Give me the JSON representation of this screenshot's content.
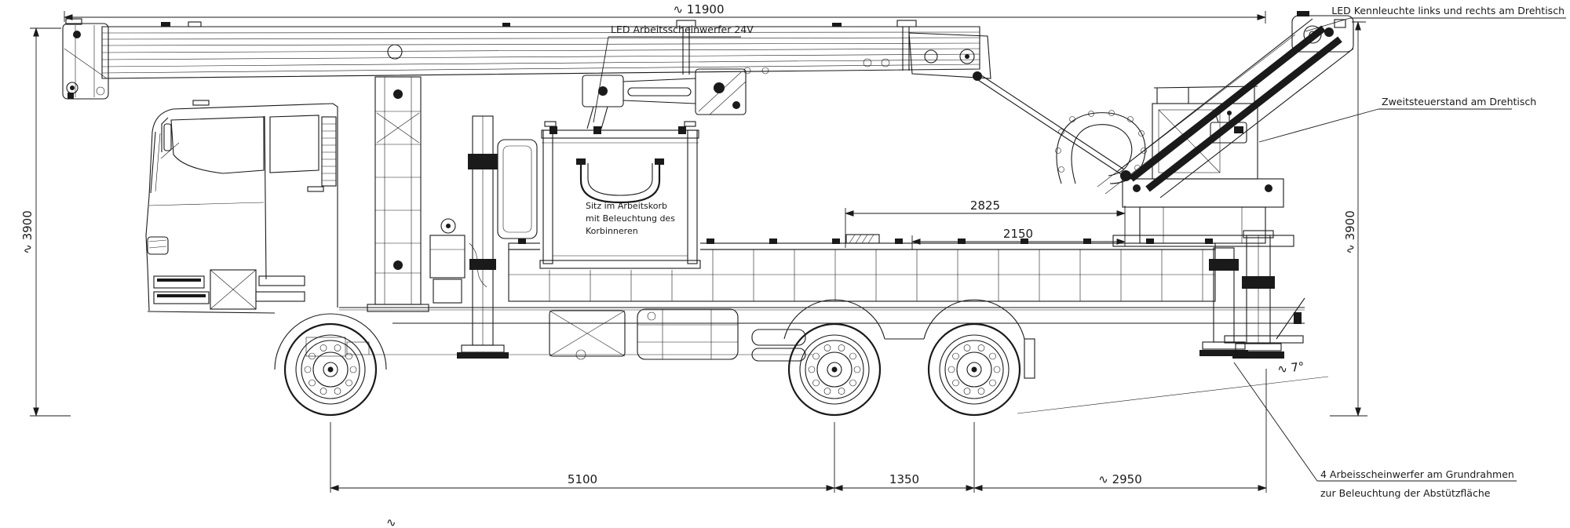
{
  "drawing": {
    "type": "technical-side-view-truck-mounted-aerial-platform",
    "colors": {
      "ink": "#1a1a1a",
      "background": "#ffffff"
    },
    "dimensions": {
      "overall_length": "∿ 11900",
      "height_left": "∿ 3900",
      "height_right": "∿ 3900",
      "turntable_to_rear_1": "2825",
      "turntable_to_rear_2": "2150",
      "wheelbase": "5100",
      "tandem_spacing": "1350",
      "rear_support_overhang": "∿ 2950",
      "departure_angle": "∿ 7°",
      "stray_tick": "∿"
    },
    "labels": {
      "led_worklight": "LED Arbeitsscheinwerfer 24V",
      "led_beacon": "LED Kennleuchte links und rechts am Drehtisch",
      "secondary_control": "Zweitsteuerstand am Drehtisch",
      "basket_line1": "Sitz im Arbeitskorb",
      "basket_line2": "mit Beleuchtung des",
      "basket_line3": "Korbinneren",
      "ground_lights_line1": "4 Arbeisscheinwerfer am Grundrahmen",
      "ground_lights_line2": "zur Beleuchtung der Abstützfläche"
    }
  }
}
